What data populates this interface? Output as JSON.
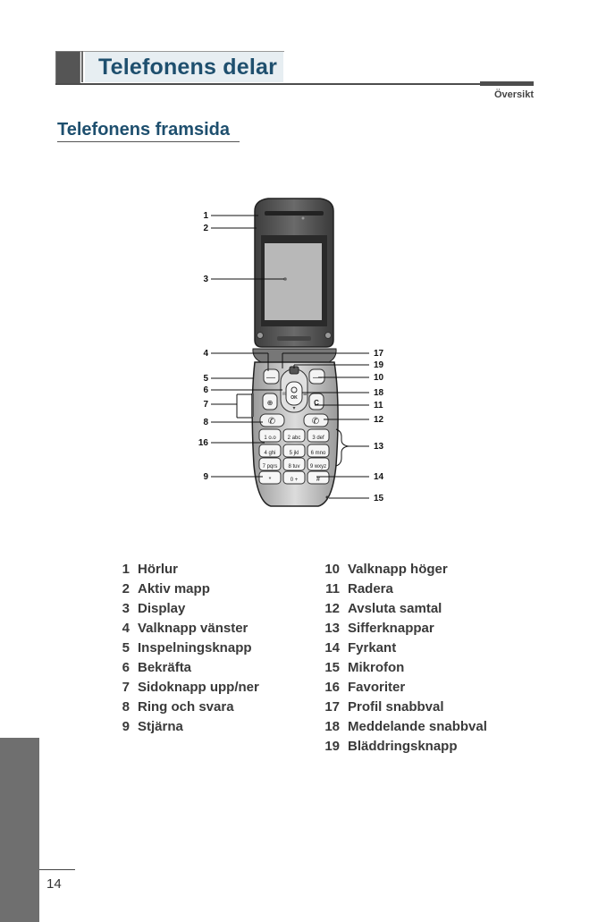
{
  "header": {
    "title": "Telefonens delar",
    "section": "Översikt"
  },
  "subtitle": "Telefonens framsida",
  "callout_numbers": [
    "1",
    "2",
    "3",
    "4",
    "5",
    "6",
    "7",
    "8",
    "16",
    "9",
    "17",
    "19",
    "10",
    "18",
    "11",
    "12",
    "13",
    "14",
    "15"
  ],
  "keypad": {
    "keys": [
      "1 o.o",
      "2 abc",
      "3 def",
      "4 ghi",
      "5 jkl",
      "6 mno",
      "7 pqrs",
      "8 tuv",
      "9 wxyz",
      "*",
      "0 +",
      "#"
    ],
    "center_label": "OK"
  },
  "legend_left": [
    {
      "num": "1",
      "label": "Hörlur"
    },
    {
      "num": "2",
      "label": "Aktiv mapp"
    },
    {
      "num": "3",
      "label": "Display"
    },
    {
      "num": "4",
      "label": "Valknapp vänster"
    },
    {
      "num": "5",
      "label": "Inspelningsknapp"
    },
    {
      "num": "6",
      "label": "Bekräfta"
    },
    {
      "num": "7",
      "label": "Sidoknapp upp/ner"
    },
    {
      "num": "8",
      "label": "Ring och svara"
    },
    {
      "num": "9",
      "label": "Stjärna"
    }
  ],
  "legend_right": [
    {
      "num": "10",
      "label": "Valknapp höger"
    },
    {
      "num": "11",
      "label": "Radera"
    },
    {
      "num": "12",
      "label": "Avsluta samtal"
    },
    {
      "num": "13",
      "label": "Sifferknappar"
    },
    {
      "num": "14",
      "label": "Fyrkant"
    },
    {
      "num": "15",
      "label": "Mikrofon"
    },
    {
      "num": "16",
      "label": "Favoriter"
    },
    {
      "num": "17",
      "label": "Profil snabbval"
    },
    {
      "num": "18",
      "label": "Meddelande snabbval"
    },
    {
      "num": "19",
      "label": "Bläddringsknapp"
    }
  ],
  "page_number": "14"
}
